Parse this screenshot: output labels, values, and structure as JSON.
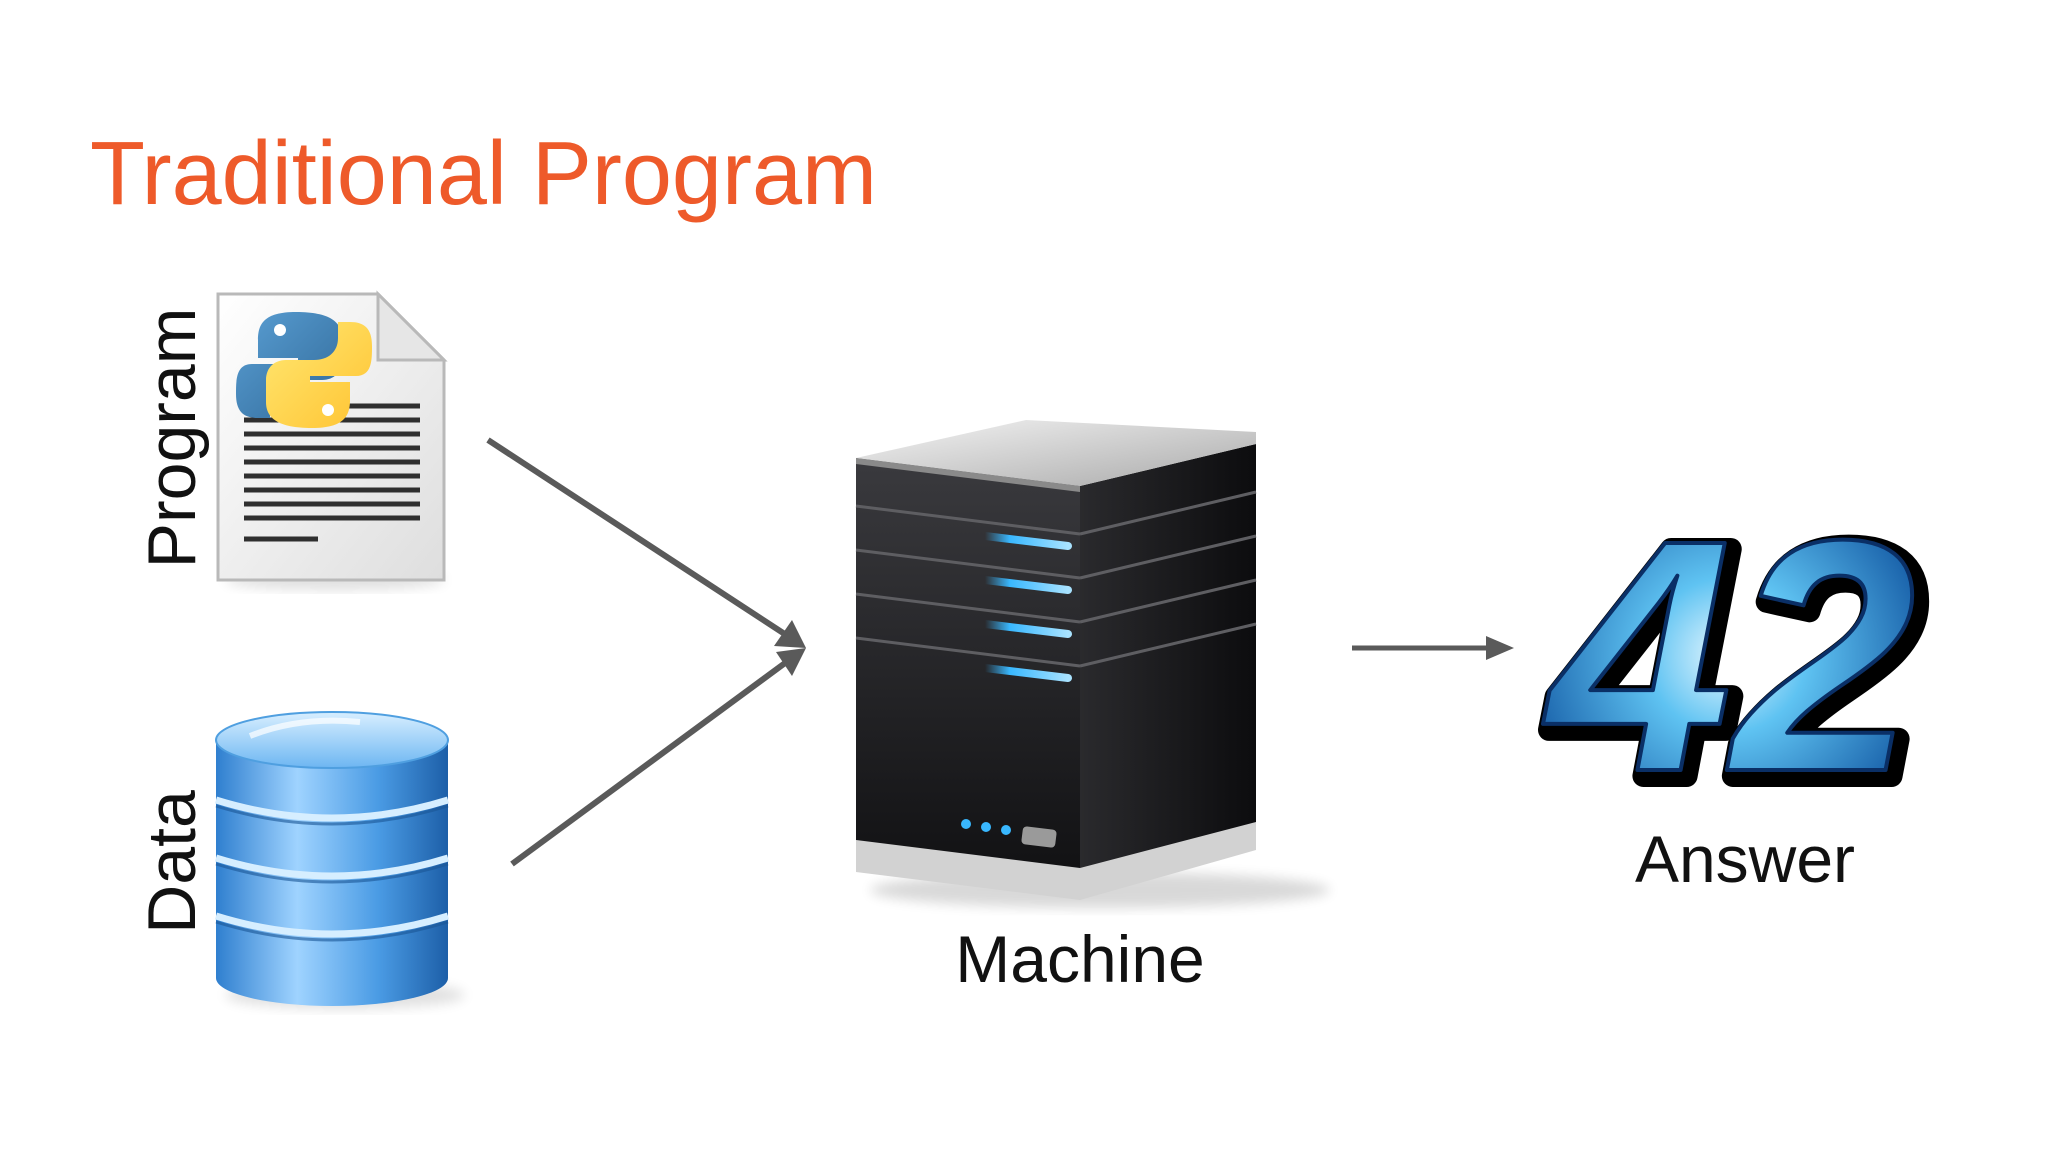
{
  "slide": {
    "title": "Traditional Program"
  },
  "inputs": {
    "program_label": "Program",
    "data_label": "Data"
  },
  "machine": {
    "label": "Machine"
  },
  "output": {
    "value": "42",
    "label": "Answer"
  },
  "colors": {
    "title": "#ee5a2a",
    "arrow": "#5a5a5a",
    "text": "#111111",
    "led": "#39b8ff"
  },
  "icons": {
    "program": "python-document-icon",
    "data": "database-icon",
    "machine": "server-icon"
  }
}
